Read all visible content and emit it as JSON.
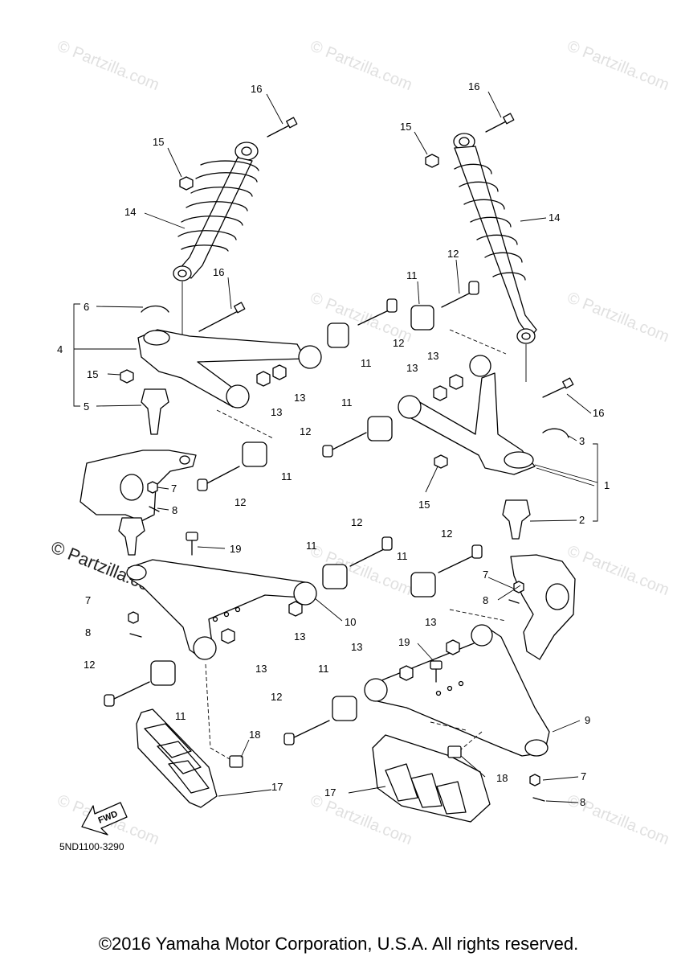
{
  "diagram": {
    "code": "5ND1100-3290",
    "fwd_label": "FWD",
    "copyright": "©2016 Yamaha Motor Corporation, U.S.A. All rights reserved."
  },
  "watermark": {
    "text": "© Partzilla.com",
    "prominent": "© Partzilla.com"
  },
  "callouts": [
    "1",
    "2",
    "3",
    "4",
    "5",
    "6",
    "7",
    "8",
    "9",
    "10",
    "11",
    "12",
    "13",
    "14",
    "15",
    "16",
    "17",
    "18",
    "19"
  ]
}
